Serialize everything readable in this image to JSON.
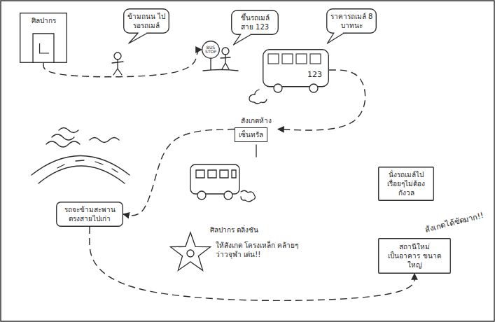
{
  "diagram": {
    "nodes": [
      {
        "text": [
          "ศิลปากร"
        ]
      },
      {
        "text": [
          "ข้ามถนน ไปรอรถเมล์"
        ]
      },
      {
        "text": [
          "BUS STOP"
        ]
      },
      {
        "text": [
          "ขึ้นรถเมล์ สาย 123"
        ]
      },
      {
        "text": [
          "123"
        ]
      },
      {
        "text": [
          "ราคารถเมล์ 8 บาทนะ"
        ]
      },
      {
        "text": [
          "สังเกตห้าง",
          "เซ็นทรัล"
        ]
      },
      {
        "text": [
          "นั่งรถเมล์ไป เรื่อยๆไม่ต้อง กังวล"
        ]
      },
      {
        "text": [
          "รถจะข้ามสะพาน ตรงสายไปเก่า"
        ]
      },
      {
        "text": [
          "สถานีใหม่",
          "เป็นอาคาร ขนาดใหญ่"
        ]
      }
    ],
    "edges": [
      {
        "from": 0,
        "to": 2,
        "arrow": "to"
      },
      {
        "from": 4,
        "to": 6,
        "arrow": "to"
      },
      {
        "from": 6,
        "to": 8,
        "arrow": "to"
      },
      {
        "from": 8,
        "to": 9,
        "arrow": "to"
      }
    ],
    "labels": [
      "ศิลปากร ตลิ่งชัน",
      "ให้สังเกต โครงเหล็ก คล้ายๆ ว่าวจุฬา เด่น!!",
      "สังเกตได้ชัดมาก!!"
    ]
  }
}
